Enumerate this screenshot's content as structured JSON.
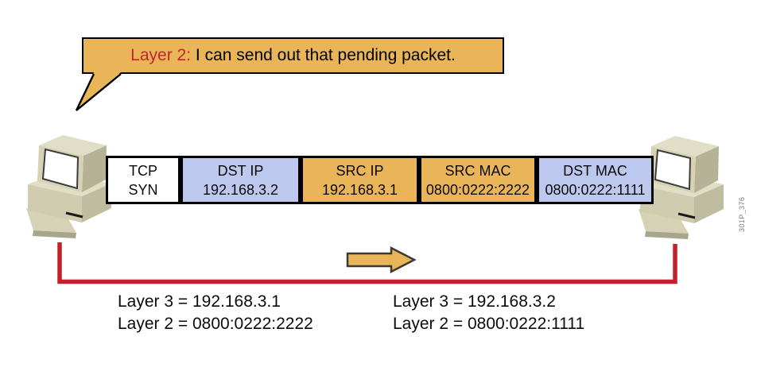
{
  "callout": {
    "prefix": "Layer 2:",
    "text": "I can send out that pending packet."
  },
  "packet": {
    "fields": [
      {
        "label": "TCP",
        "value": "SYN",
        "color": "#FFFFFF"
      },
      {
        "label": "DST IP",
        "value": "192.168.3.2",
        "color": "#BDC8EE"
      },
      {
        "label": "SRC IP",
        "value": "192.168.3.1",
        "color": "#EAB459"
      },
      {
        "label": "SRC MAC",
        "value": "0800:0222:2222",
        "color": "#EAB459"
      },
      {
        "label": "DST MAC",
        "value": "0800:0222:1111",
        "color": "#BDC8EE"
      }
    ]
  },
  "hosts": {
    "left": {
      "layer3": "Layer 3 = 192.168.3.1",
      "layer2": "Layer 2 = 0800:0222:2222"
    },
    "right": {
      "layer3": "Layer 3 = 192.168.3.2",
      "layer2": "Layer 2 = 0800:0222:1111"
    }
  },
  "figure_id": "301P_376",
  "icons": {
    "left_host": "desktop-computer-icon",
    "right_host": "desktop-computer-icon",
    "direction_arrow": "right-arrow-icon"
  },
  "colors": {
    "accent_orange": "#EAB459",
    "accent_blue": "#BDC8EE",
    "callout_prefix_red": "#C1272D",
    "cable_red": "#C2202A"
  }
}
